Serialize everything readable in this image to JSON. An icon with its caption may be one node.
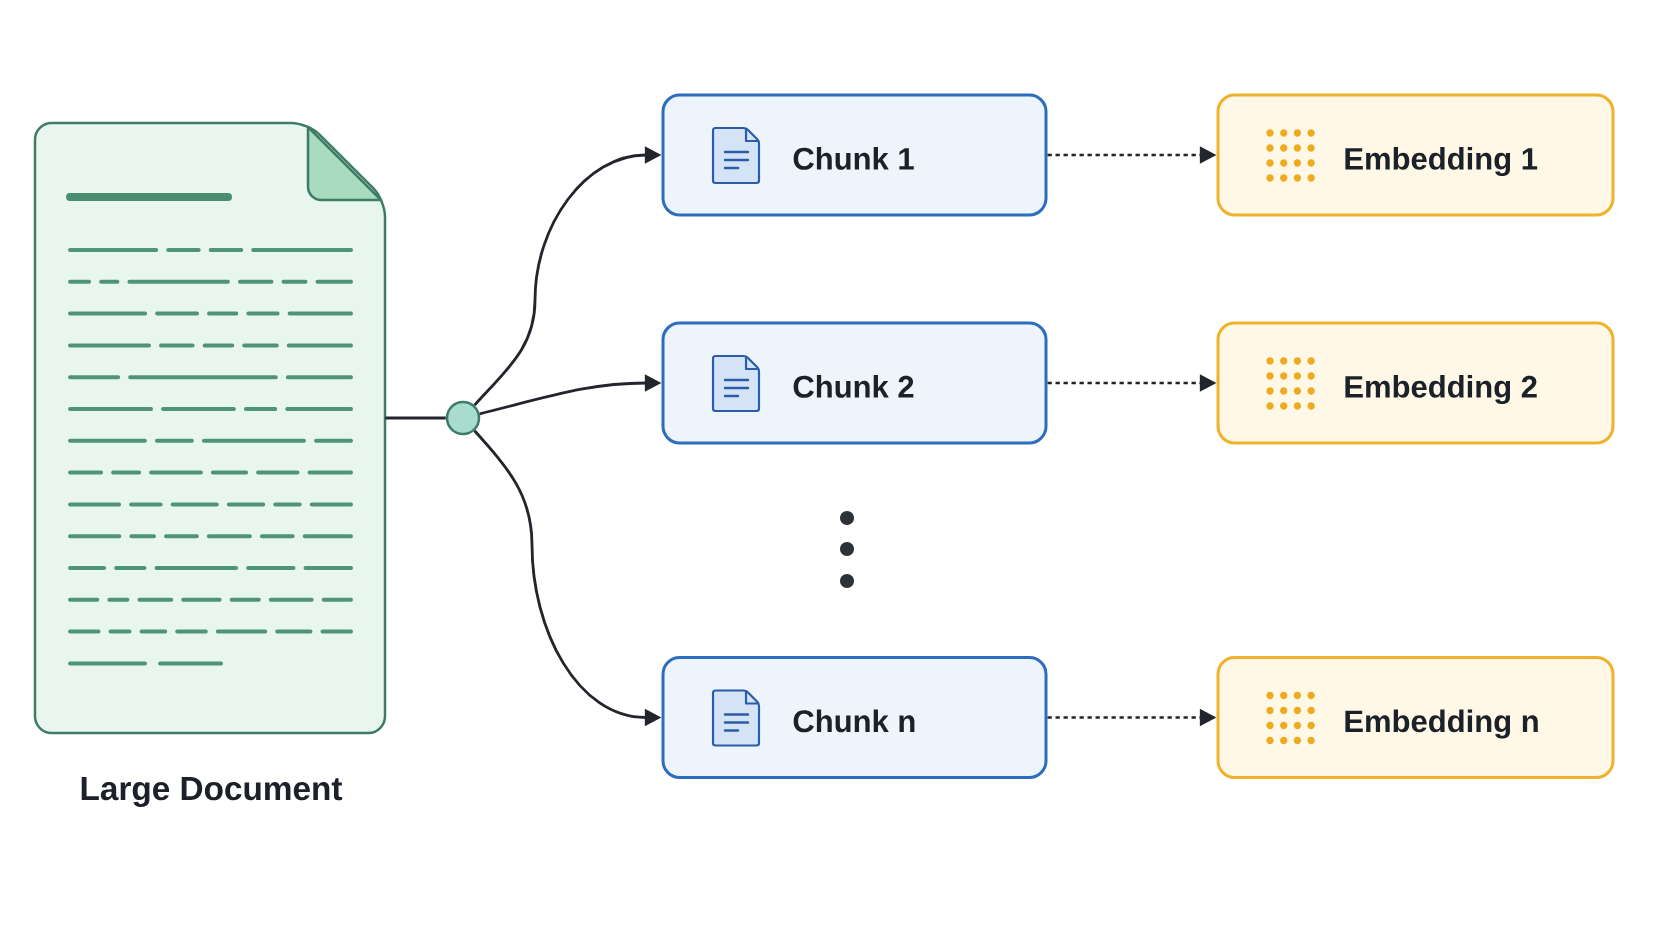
{
  "diagram": {
    "nodes": [
      {
        "text": [
          "Large Document"
        ]
      },
      {
        "text": [],
        "shape": "circle"
      },
      {
        "text": [
          "Chunk 1"
        ]
      },
      {
        "text": [
          "Embedding 1"
        ]
      },
      {
        "text": [
          "Chunk 2"
        ]
      },
      {
        "text": [
          "Embedding 2"
        ]
      },
      {
        "text": [
          "Chunk n"
        ]
      },
      {
        "text": [
          "Embedding n"
        ]
      }
    ],
    "edges": [
      {
        "from": 0,
        "to": 1,
        "arrow": "none"
      },
      {
        "from": 1,
        "to": 2,
        "arrow": "to"
      },
      {
        "from": 1,
        "to": 4,
        "arrow": "to"
      },
      {
        "from": 1,
        "to": 6,
        "arrow": "to"
      },
      {
        "from": 2,
        "to": 3,
        "arrow": "to",
        "style": "dashed"
      },
      {
        "from": 4,
        "to": 5,
        "arrow": "to",
        "style": "dashed"
      },
      {
        "from": 6,
        "to": 7,
        "arrow": "to",
        "style": "dashed"
      }
    ]
  }
}
